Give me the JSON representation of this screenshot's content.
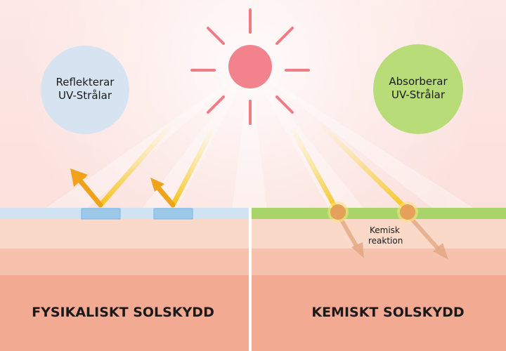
{
  "left_panel": {
    "bubble_line1": "Reflekterar",
    "bubble_line2": "UV-Strålar",
    "label": "FYSIKALISKT SOLSKYDD"
  },
  "right_panel": {
    "bubble_line1": "Absorberar",
    "bubble_line2": "UV-Strålar",
    "reaction_line1": "Kemisk",
    "reaction_line2": "reaktion",
    "label": "KEMISKT SOLSKYDD"
  },
  "colors": {
    "sun": "#f2838c",
    "sun_rays": "#f07b86",
    "reflect_bubble": "#d6e4f2",
    "absorb_bubble": "#b8dc78",
    "uv_ray": "#f5d21a",
    "uv_arrow": "#f0a21a",
    "mineral_layer": "#cfe3f2",
    "chemical_layer": "#a9d46a",
    "absorber_dot": "#e5a05a",
    "skin_top": "#fbd9c9",
    "skin_mid": "#f7c2ad",
    "skin_bottom": "#f3aa93"
  }
}
